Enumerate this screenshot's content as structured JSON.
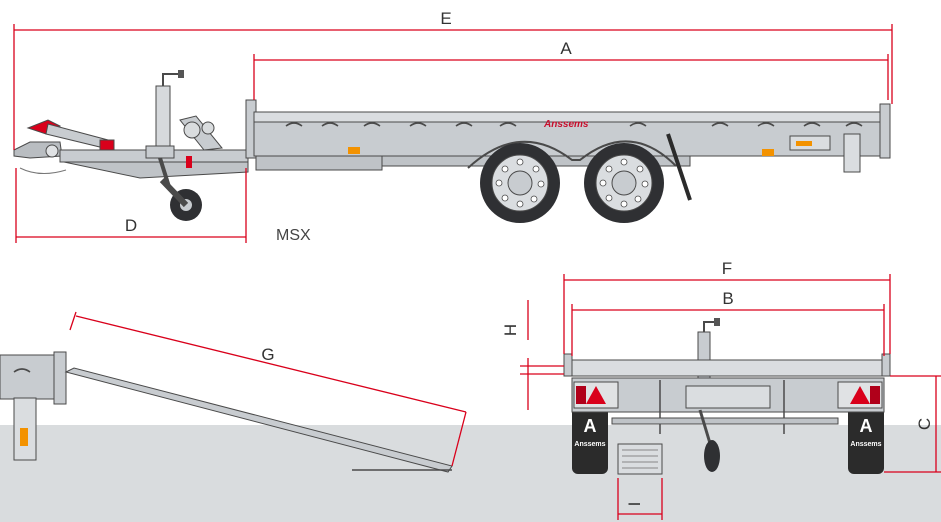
{
  "colors": {
    "dimension_line": "#d9001b",
    "trailer_body": "#c8ccd0",
    "trailer_outline": "#4a4a4a",
    "ground": "#d9dcde",
    "tyre": "#2f3033",
    "mudflap": "#2b2b2b",
    "marker_orange": "#f39200",
    "tail_light_red": "#d9001b",
    "brand_red": "#c8102e"
  },
  "model": "MSX",
  "brand": "Anssems",
  "badge_letter": "A",
  "dimensions": {
    "E": "E",
    "A": "A",
    "D": "D",
    "G": "G",
    "F": "F",
    "B": "B",
    "H": "H",
    "C": "C",
    "I": "I"
  }
}
